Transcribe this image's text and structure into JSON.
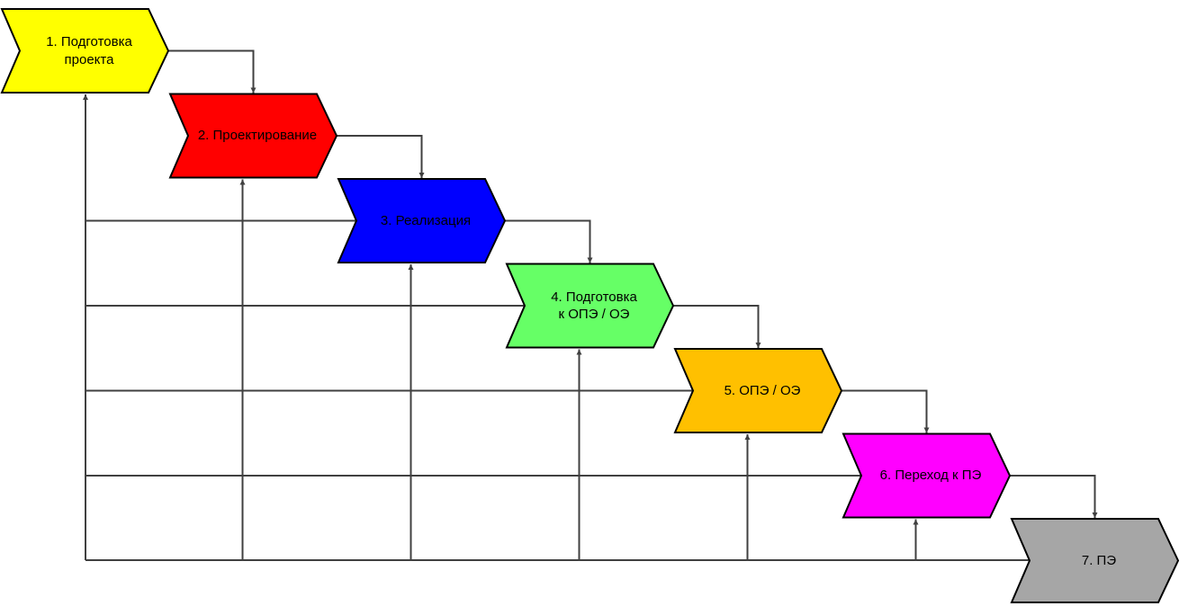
{
  "stages": [
    {
      "id": "1",
      "lines": [
        "1. Подготовка",
        "проекта"
      ],
      "color": "#ffff00"
    },
    {
      "id": "2",
      "lines": [
        "2. Проектирование"
      ],
      "color": "#ff0000"
    },
    {
      "id": "3",
      "lines": [
        "3. Реализация"
      ],
      "color": "#0000ff"
    },
    {
      "id": "4",
      "lines": [
        "4. Подготовка",
        "к ОПЭ / ОЭ"
      ],
      "color": "#66ff66"
    },
    {
      "id": "5",
      "lines": [
        "5. ОПЭ / ОЭ"
      ],
      "color": "#ffc000"
    },
    {
      "id": "6",
      "lines": [
        "6. Переход к ПЭ"
      ],
      "color": "#ff00ff"
    },
    {
      "id": "7",
      "lines": [
        "7. ПЭ"
      ],
      "color": "#a6a6a6"
    }
  ],
  "colors": {
    "outline": "#000000",
    "connector": "#404040",
    "background": "#ffffff"
  }
}
